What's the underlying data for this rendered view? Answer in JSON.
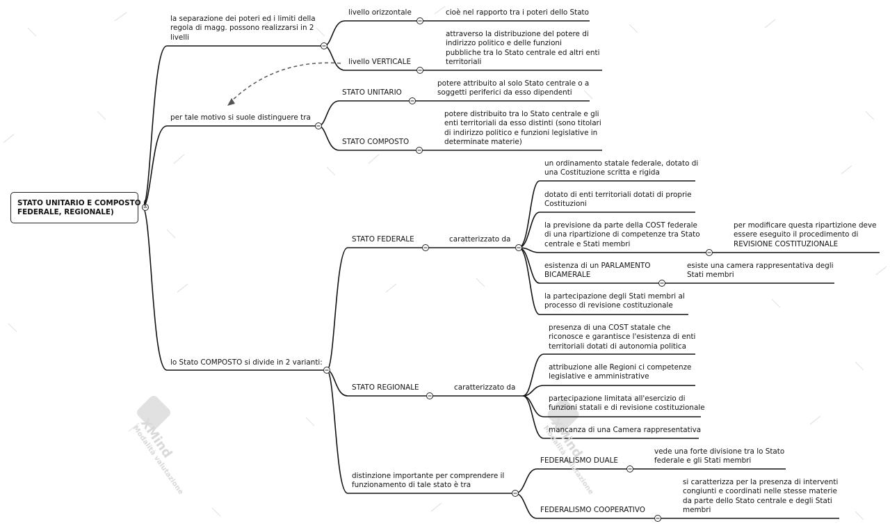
{
  "root": {
    "line1": "STATO UNITARIO E COMPOSTO (",
    "line2": "FEDERALE, REGIONALE)"
  },
  "b1": {
    "lines": [
      "la separazione dei poteri ed i limiti della",
      "regola di magg. possono realizzarsi in 2",
      "livelli"
    ],
    "oriz_label": "livello orizzontale",
    "oriz_detail": "cioè nel rapporto tra i poteri dello Stato",
    "vert_label": "livello VERTICALE",
    "vert_detail": [
      "attraverso la distribuzione del potere di",
      "indirizzo politico e delle funzioni",
      "pubbliche tra lo Stato centrale ed altri enti",
      "territoriali"
    ]
  },
  "b2": {
    "label": "per tale motivo si suole distinguere tra",
    "unit_label": "STATO UNITARIO",
    "unit_detail": [
      "potere attribuito al solo Stato centrale o a",
      "soggetti periferici da esso dipendenti"
    ],
    "comp_label": "STATO COMPOSTO",
    "comp_detail": [
      "potere distribuito tra lo Stato centrale e gli",
      "enti territoriali da esso distinti (sono titolari",
      "di indirizzo politico e funzioni legislative in",
      "determinate materie)"
    ]
  },
  "b3": {
    "label": "lo Stato COMPOSTO si divide in 2 varianti:",
    "fed_label": "STATO FEDERALE",
    "fed_char": "caratterizzato da",
    "fed_items": [
      [
        "un ordinamento statale federale, dotato di",
        "una Costituzione scritta e rigida"
      ],
      [
        "dotato di enti territoriali dotati di proprie",
        "Costituzioni"
      ],
      [
        "la previsione da parte della COST federale",
        "di una ripartizione di competenze tra Stato",
        "centrale e Stati membri"
      ],
      [
        "esistenza di un PARLAMENTO",
        "BICAMERALE"
      ],
      [
        "la partecipazione degli Stati membri al",
        "processo di revisione costituzionale"
      ]
    ],
    "fed_rev": [
      "per modificare questa ripartizione deve",
      "essere eseguito il procedimento di",
      "REVISIONE COSTITUZIONALE"
    ],
    "fed_camera": [
      "esiste una camera rappresentativa degli",
      "Stati membri"
    ],
    "reg_label": "STATO REGIONALE",
    "reg_char": "caratterizzato da",
    "reg_items": [
      [
        "presenza di una COST statale che",
        "riconosce e garantisce l'esistenza di enti",
        "territoriali dotati di autonomia politica"
      ],
      [
        "attribuzione alle Regioni ci competenze",
        "legislative e amministrative"
      ],
      [
        "partecipazione limitata all'esercizio di",
        "funzioni statali e di revisione costituzionale"
      ],
      [
        "mancanza di una Camera rappresentativa"
      ]
    ],
    "dist_lines": [
      "distinzione importante per comprendere il",
      "funzionamento di tale stato è tra"
    ],
    "duale_label": "FEDERALISMO DUALE",
    "duale_detail": [
      "vede una forte divisione tra lo Stato",
      "federale e gli Stati membri"
    ],
    "coop_label": "FEDERALISMO COOPERATIVO",
    "coop_detail": [
      "si caratterizza per la presenza di interventi",
      "congiunti e coordinati nelle stesse materie",
      "da parte dello Stato centrale e degli Stati",
      "membri"
    ]
  },
  "watermark": {
    "brand": "XMind",
    "mode": "Modalità valutazione"
  }
}
